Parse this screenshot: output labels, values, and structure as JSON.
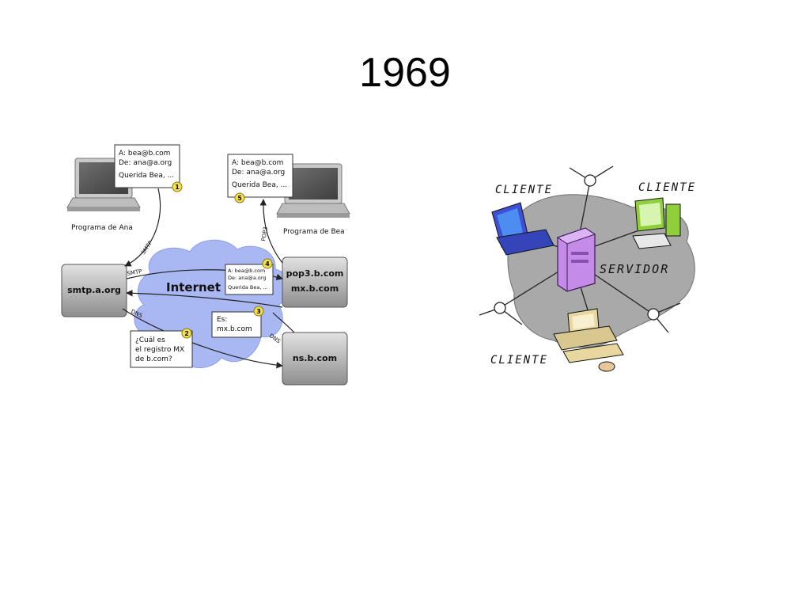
{
  "slide": {
    "title": "1969"
  },
  "email_diagram": {
    "laptop_ana_label": "Programa de Ana",
    "laptop_bea_label": "Programa de Bea",
    "note1": {
      "lines": [
        "A: bea@b.com",
        "De: ana@a.org",
        "Querida Bea, ..."
      ],
      "step": "1"
    },
    "note5": {
      "lines": [
        "A: bea@b.com",
        "De: ana@a.org",
        "Querida Bea, ..."
      ],
      "step": "5"
    },
    "note4": {
      "lines": [
        "A: bea@b.com",
        "De: ana@a.org",
        "Querida Bea, ..."
      ],
      "step": "4"
    },
    "note3": {
      "lines": [
        "Es:",
        "mx.b.com"
      ],
      "step": "3"
    },
    "note2": {
      "lines": [
        "¿Cuál es",
        "el registro MX",
        "de b.com?"
      ],
      "step": "2"
    },
    "cloud_label": "Internet",
    "servers": {
      "smtp": "smtp.a.org",
      "pop3_line1": "pop3.b.com",
      "pop3_line2": "mx.b.com",
      "ns": "ns.b.com"
    },
    "protocols": {
      "smtp1": "SMTP",
      "smtp2": "SMTP",
      "pop3": "POP3",
      "dns1": "DNS",
      "dns2": "DNS"
    }
  },
  "client_server": {
    "client_top_left": "CLIENTE",
    "client_top_right": "CLIENTE",
    "client_bottom": "CLIENTE",
    "server": "SERVIDOR"
  },
  "colors": {
    "cloud": "#a9b8f2",
    "server_box": "#a8a8a8",
    "note_bg": "#ffffff",
    "step_badge": "#f4e04a",
    "blob": "#a9a9a9",
    "server_tower": "#c58be8"
  }
}
